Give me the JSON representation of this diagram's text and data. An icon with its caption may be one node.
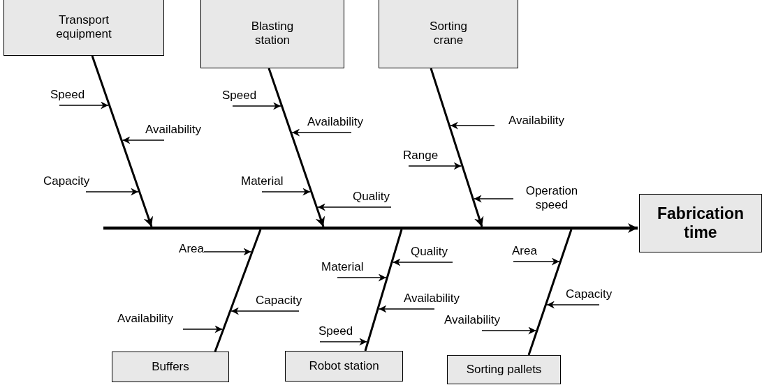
{
  "diagram": {
    "nodes": [
      {
        "text": [
          "Transport equipment"
        ]
      },
      {
        "text": [
          "Blasting station"
        ]
      },
      {
        "text": [
          "Sorting crane"
        ]
      },
      {
        "text": [
          "Fabrication time"
        ]
      },
      {
        "text": [
          "Buffers"
        ]
      },
      {
        "text": [
          "Robot station"
        ]
      },
      {
        "text": [
          "Sorting pallets"
        ]
      },
      {
        "text": [
          "Speed"
        ]
      },
      {
        "text": [
          "Availability"
        ]
      },
      {
        "text": [
          "Capacity"
        ]
      },
      {
        "text": [
          "Speed"
        ]
      },
      {
        "text": [
          "Availability"
        ]
      },
      {
        "text": [
          "Material"
        ]
      },
      {
        "text": [
          "Quality"
        ]
      },
      {
        "text": [
          "Availability"
        ]
      },
      {
        "text": [
          "Range"
        ]
      },
      {
        "text": [
          "Operation speed"
        ]
      },
      {
        "text": [
          "Area"
        ]
      },
      {
        "text": [
          "Capacity"
        ]
      },
      {
        "text": [
          "Availability"
        ]
      },
      {
        "text": [
          "Quality"
        ]
      },
      {
        "text": [
          "Material"
        ]
      },
      {
        "text": [
          "Availability"
        ]
      },
      {
        "text": [
          "Speed"
        ]
      },
      {
        "text": [
          "Area"
        ]
      },
      {
        "text": [
          "Capacity"
        ]
      },
      {
        "text": [
          "Availability"
        ]
      }
    ],
    "edges": [
      {
        "from": 0,
        "to": null,
        "arrow": "to",
        "style": "thick"
      },
      {
        "from": 1,
        "to": null,
        "arrow": "to",
        "style": "thick"
      },
      {
        "from": 2,
        "to": null,
        "arrow": "to",
        "style": "thick"
      },
      {
        "from": null,
        "to": 3,
        "arrow": "to",
        "style": "thick"
      },
      {
        "from": 4,
        "to": null,
        "arrow": "none",
        "style": "thick"
      },
      {
        "from": 5,
        "to": null,
        "arrow": "none",
        "style": "thick"
      },
      {
        "from": 6,
        "to": null,
        "arrow": "none",
        "style": "thick"
      },
      {
        "from": 7,
        "to": null,
        "arrow": "to"
      },
      {
        "from": 8,
        "to": null,
        "arrow": "to"
      },
      {
        "from": 9,
        "to": null,
        "arrow": "to"
      },
      {
        "from": 10,
        "to": null,
        "arrow": "to"
      },
      {
        "from": 11,
        "to": null,
        "arrow": "to"
      },
      {
        "from": 12,
        "to": null,
        "arrow": "to"
      },
      {
        "from": 13,
        "to": null,
        "arrow": "to"
      },
      {
        "from": 14,
        "to": null,
        "arrow": "to"
      },
      {
        "from": 15,
        "to": null,
        "arrow": "to"
      },
      {
        "from": 16,
        "to": null,
        "arrow": "to"
      },
      {
        "from": 17,
        "to": null,
        "arrow": "to"
      },
      {
        "from": 18,
        "to": null,
        "arrow": "to"
      },
      {
        "from": 19,
        "to": null,
        "arrow": "to"
      },
      {
        "from": 20,
        "to": null,
        "arrow": "to"
      },
      {
        "from": 21,
        "to": null,
        "arrow": "to"
      },
      {
        "from": 22,
        "to": null,
        "arrow": "to"
      },
      {
        "from": 23,
        "to": null,
        "arrow": "to"
      },
      {
        "from": 24,
        "to": null,
        "arrow": "to"
      },
      {
        "from": 25,
        "to": null,
        "arrow": "to"
      },
      {
        "from": 26,
        "to": null,
        "arrow": "to"
      }
    ]
  }
}
